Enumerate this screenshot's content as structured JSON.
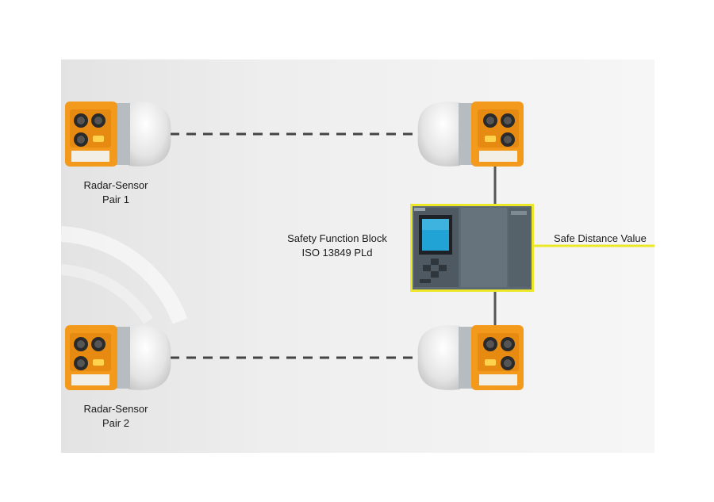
{
  "sensor_pairs": [
    {
      "label_line1": "Radar-Sensor",
      "label_line2": "Pair 1"
    },
    {
      "label_line1": "Radar-Sensor",
      "label_line2": "Pair 2"
    }
  ],
  "function_block": {
    "label_line1": "Safety Function Block",
    "label_line2": "ISO 13849 PLd"
  },
  "output": {
    "label": "Safe Distance Value"
  },
  "colors": {
    "sensor_orange": "#f39a1d",
    "highlight_yellow": "#ece728",
    "controller_gray": "#5d6972",
    "screen_blue": "#21a3d6",
    "connector_dash": "#444444"
  }
}
